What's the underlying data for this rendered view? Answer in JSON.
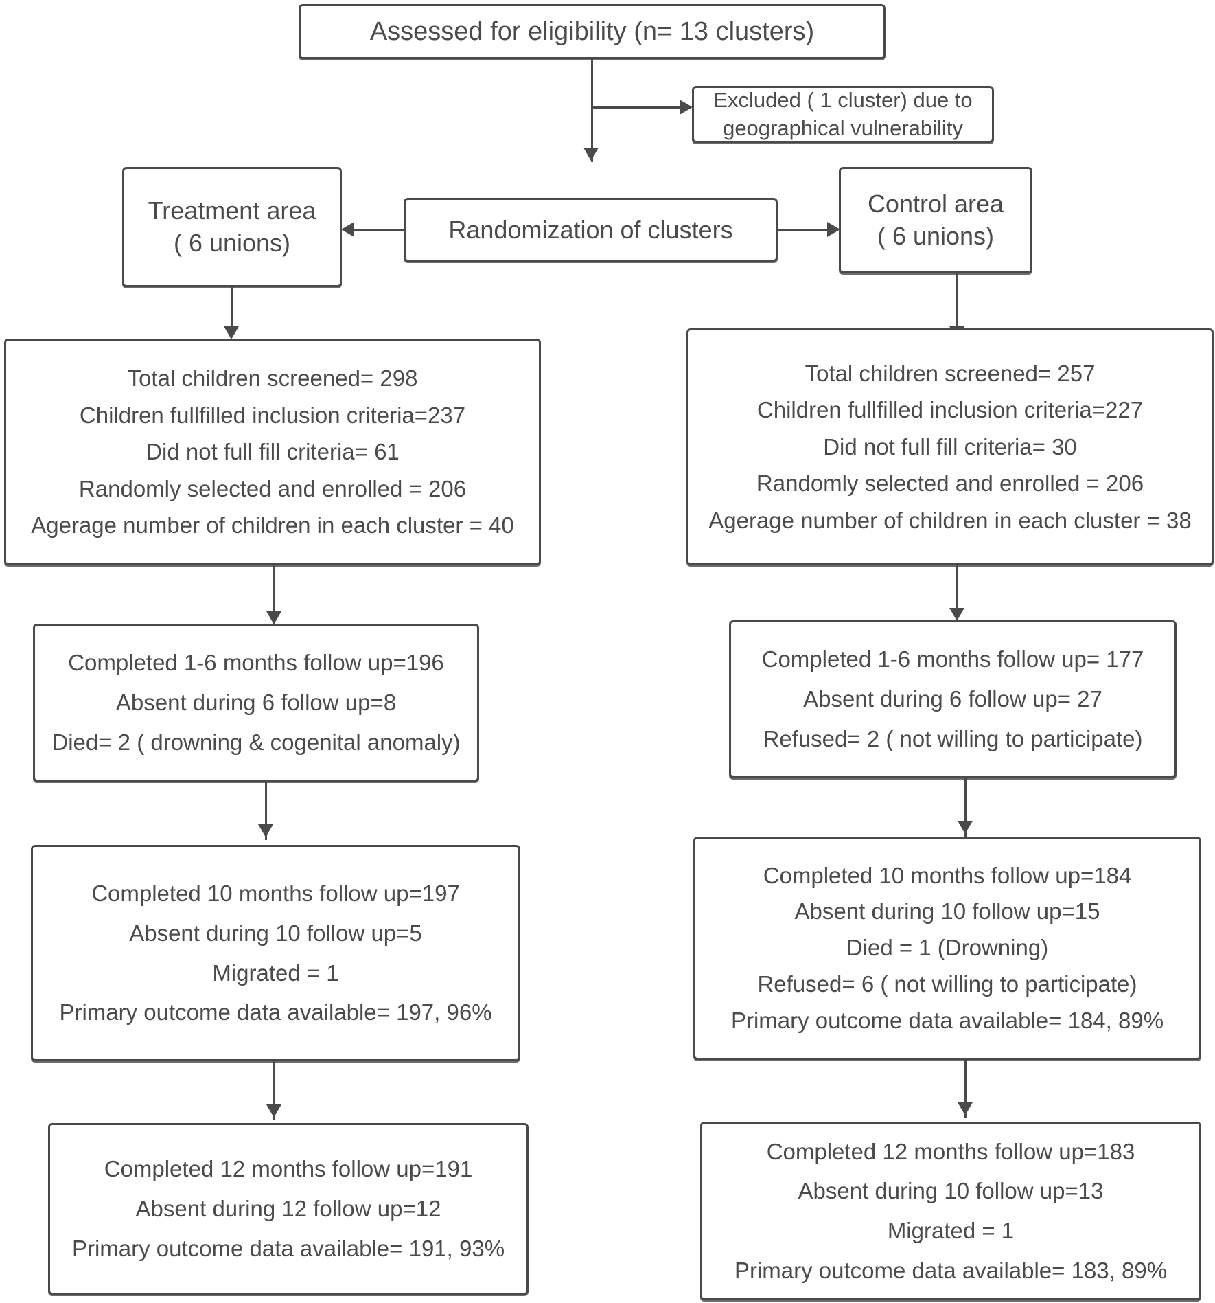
{
  "diagram": {
    "type": "flowchart",
    "title": "Cluster randomized trial participant flow diagram",
    "colors": {
      "border": "#4a4a4a",
      "text": "#4b4b4b",
      "background": "#ffffff"
    },
    "nodes": {
      "eligibility": {
        "lines": [
          "Assessed for eligibility (n= 13 clusters)"
        ]
      },
      "excluded": {
        "lines": [
          "Excluded ( 1 cluster) due to",
          "geographical vulnerability"
        ]
      },
      "randomization": {
        "lines": [
          "Randomization of clusters"
        ]
      },
      "treatment_area": {
        "lines": [
          "Treatment  area",
          "( 6 unions)"
        ]
      },
      "control_area": {
        "lines": [
          "Control area",
          "( 6 unions)"
        ]
      },
      "treatment_screening": {
        "lines": [
          "Total children screened= 298",
          "Children fullfilled inclusion criteria=237",
          "Did not full fill criteria= 61",
          "Randomly selected and enrolled = 206",
          "Agerage number of children in each cluster = 40"
        ]
      },
      "control_screening": {
        "lines": [
          "Total children screened= 257",
          "Children fullfilled inclusion criteria=227",
          "Did not full fill criteria= 30",
          "Randomly selected and enrolled = 206",
          "Agerage number of children in each cluster = 38"
        ]
      },
      "treatment_followup_6": {
        "lines": [
          "Completed 1-6 months follow up=196",
          "Absent during 6 follow up=8",
          "Died= 2 ( drowning & cogenital anomaly)"
        ]
      },
      "control_followup_6": {
        "lines": [
          "Completed 1-6 months follow up= 177",
          "Absent during 6 follow up= 27",
          "Refused= 2 ( not willing to participate)"
        ]
      },
      "treatment_followup_10": {
        "lines": [
          "Completed 10 months follow up=197",
          "Absent during 10 follow up=5",
          "Migrated = 1",
          "Primary outcome data available= 197, 96%"
        ]
      },
      "control_followup_10": {
        "lines": [
          "Completed 10 months follow up=184",
          "Absent during 10 follow up=15",
          "Died  = 1  (Drowning)",
          "Refused= 6  ( not willing to participate)",
          "Primary outcome data available= 184, 89%"
        ]
      },
      "treatment_followup_12": {
        "lines": [
          "Completed 12 months follow up=191",
          "Absent during 12 follow up=12",
          "Primary outcome data available= 191, 93%"
        ]
      },
      "control_followup_12": {
        "lines": [
          "Completed 12 months follow up=183",
          "Absent during 10 follow up=13",
          "Migrated = 1",
          "Primary outcome data available= 183, 89%"
        ]
      }
    }
  }
}
